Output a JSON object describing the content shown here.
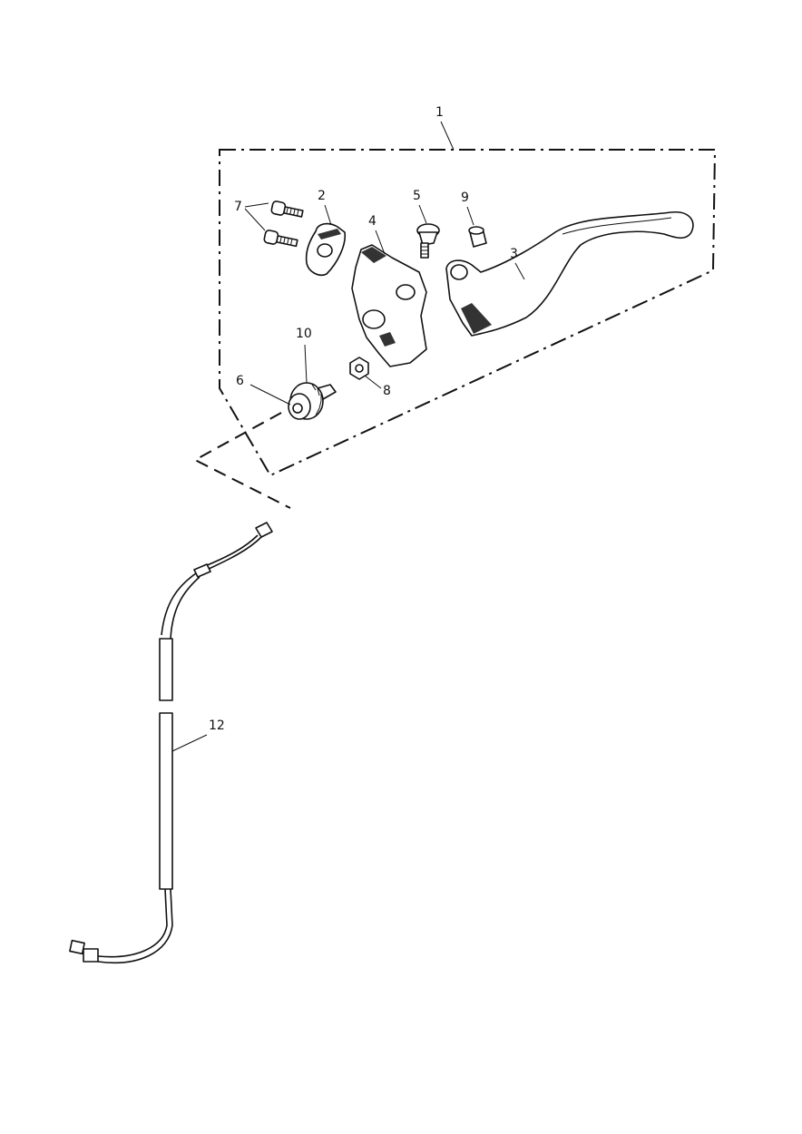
{
  "callouts": [
    {
      "id": "1",
      "label": "1"
    },
    {
      "id": "2",
      "label": "2"
    },
    {
      "id": "3",
      "label": "3"
    },
    {
      "id": "4",
      "label": "4"
    },
    {
      "id": "5",
      "label": "5"
    },
    {
      "id": "6",
      "label": "6"
    },
    {
      "id": "7",
      "label": "7"
    },
    {
      "id": "8",
      "label": "8"
    },
    {
      "id": "9",
      "label": "9"
    },
    {
      "id": "10",
      "label": "10"
    },
    {
      "id": "12",
      "label": "12"
    }
  ]
}
